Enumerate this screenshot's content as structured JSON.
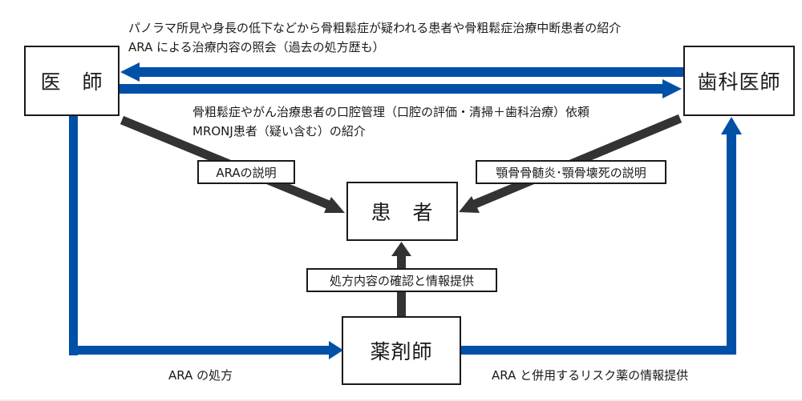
{
  "colors": {
    "blue_arrow": "#0050a8",
    "dark_arrow": "#333333",
    "border": "#1a1a1a"
  },
  "nodes": {
    "doctor": "医　師",
    "dentist": "歯科医師",
    "patient": "患　者",
    "pharmacist": "薬剤師"
  },
  "edges": {
    "dentist_to_doctor": {
      "line1": "パノラマ所見や身長の低下などから骨粗鬆症が疑われる患者や骨粗鬆症治療中断患者の紹介",
      "line2": "ARA による治療内容の照会（過去の処方歴も）"
    },
    "doctor_to_dentist": {
      "line1": "骨粗鬆症やがん治療患者の口腔管理（口腔の評価・清掃＋歯科治療）依頼",
      "line2": "MRONJ患者（疑い含む）の紹介"
    },
    "doctor_to_patient": "ARAの説明",
    "dentist_to_patient": "顎骨骨髄炎･顎骨壊死の説明",
    "pharmacist_to_patient": "処方内容の確認と情報提供",
    "doctor_to_pharmacist": "ARA の処方",
    "pharmacist_to_dentist": "ARA と併用するリスク薬の情報提供"
  }
}
